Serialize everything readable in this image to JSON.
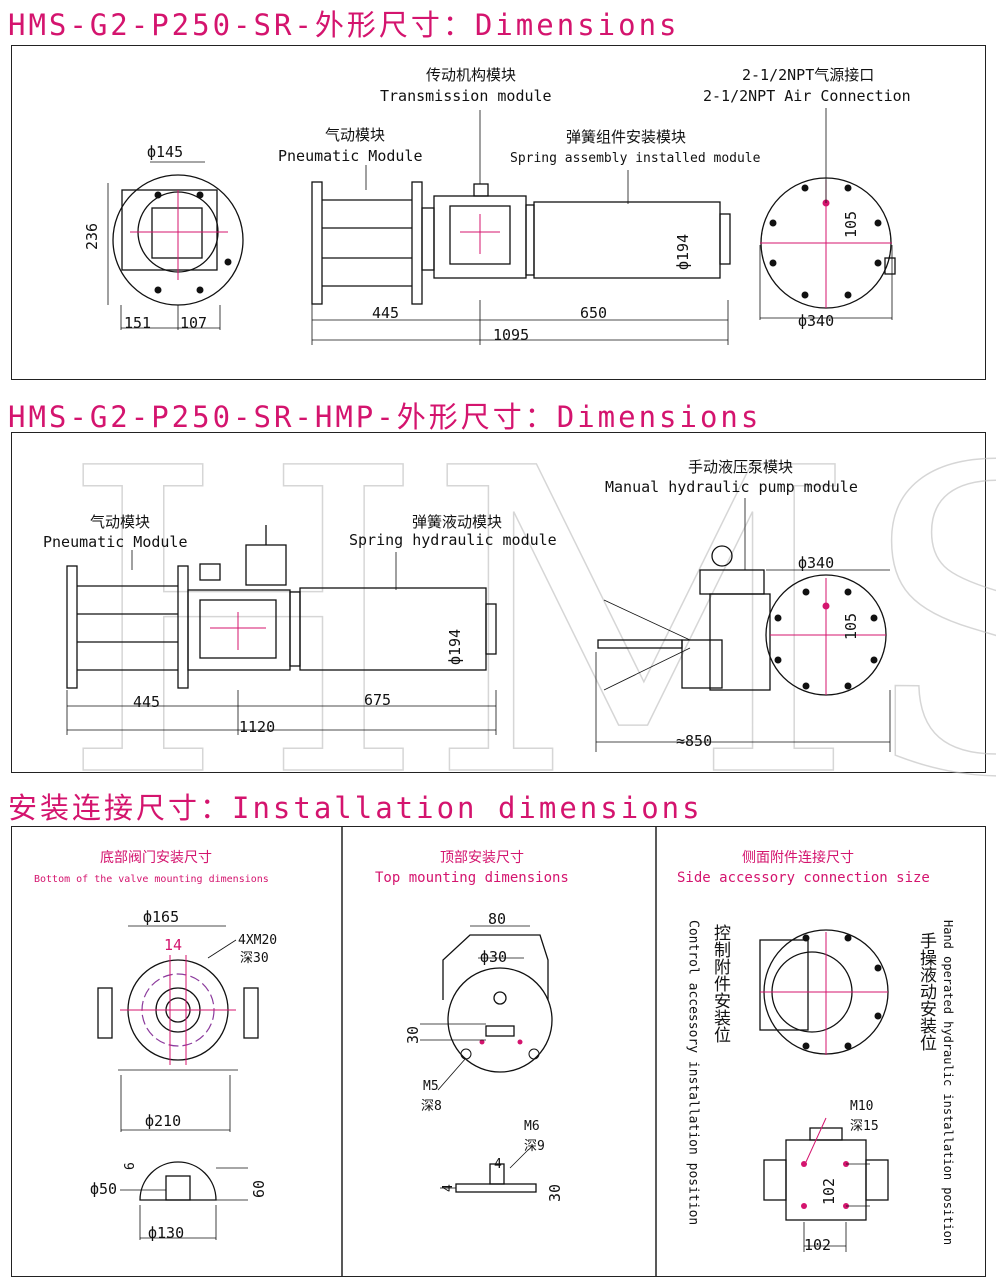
{
  "section1": {
    "title": "HMS-G2-P250-SR-外形尺寸：Dimensions"
  },
  "section2": {
    "title": "HMS-G2-P250-SR-HMP-外形尺寸：Dimensions"
  },
  "section3": {
    "title": "安装连接尺寸：Installation dimensions"
  },
  "watermark": "HMS",
  "s1": {
    "transmission_cn": "传动机构模块",
    "transmission_en": "Transmission module",
    "air_cn": "2-1/2NPT气源接口",
    "air_en": "2-1/2NPT Air Connection",
    "pneumatic_cn": "气动模块",
    "pneumatic_en": "Pneumatic Module",
    "spring_cn": "弹簧组件安装模块",
    "spring_en": "Spring assembly installed module",
    "d145": "ф145",
    "d236": "236",
    "d151": "151",
    "d107": "107",
    "d445": "445",
    "d650": "650",
    "d1095": "1095",
    "d194": "ф194",
    "d105": "105",
    "d340": "ф340"
  },
  "s2": {
    "pump_cn": "手动液压泵模块",
    "pump_en": "Manual hydraulic pump module",
    "pneumatic_cn": "气动模块",
    "pneumatic_en": "Pneumatic Module",
    "spring_cn": "弹簧液动模块",
    "spring_en": "Spring hydraulic module",
    "d340": "ф340",
    "d194": "ф194",
    "d105": "105",
    "d445": "445",
    "d675": "675",
    "d1120": "1120",
    "d850": "≈850"
  },
  "s3": {
    "bottom_cn": "底部阀门安装尺寸",
    "bottom_en": "Bottom of the valve mounting dimensions",
    "top_cn": "顶部安装尺寸",
    "top_en": "Top mounting dimensions",
    "side_cn": "侧面附件连接尺寸",
    "side_en": "Side accessory connection size",
    "d165": "ф165",
    "d14": "14",
    "m20": "4XM20",
    "deep30": "深30",
    "d210": "ф210",
    "d6": "6",
    "d50": "ф50",
    "d60": "60",
    "d130": "ф130",
    "d80": "80",
    "d30phi": "ф30",
    "d30": "30",
    "m5": "M5",
    "deep8": "深8",
    "m6": "M6",
    "deep9": "深9",
    "d4a": "4",
    "d4b": "4",
    "d30b": "30",
    "control_cn": "控制附件安装位",
    "control_en": "Control accessory installation position",
    "hand_cn": "手操液动安装位",
    "hand_en": "Hand operated hydraulic installation position",
    "m10": "M10",
    "deep15": "深15",
    "d102a": "102",
    "d102b": "102"
  }
}
